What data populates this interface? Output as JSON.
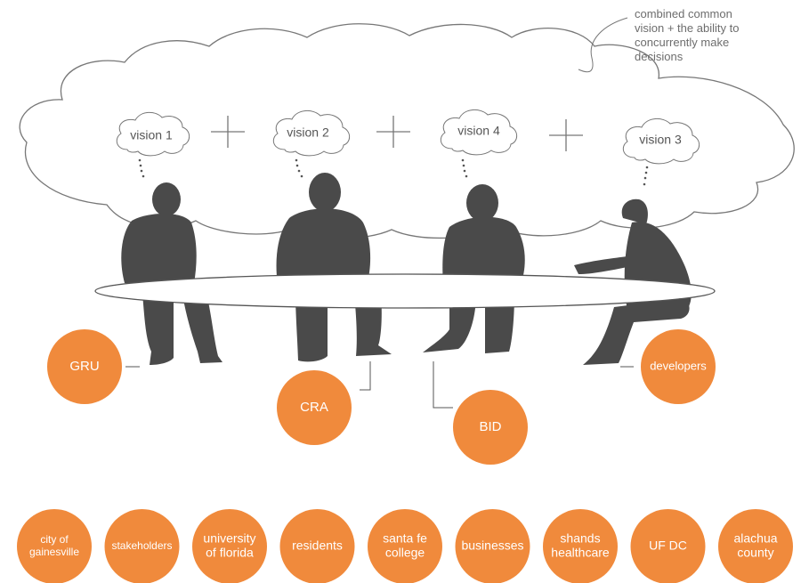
{
  "annotation": {
    "lines": [
      "combined common",
      "vision + the ability to",
      "concurrently make",
      "decisions"
    ]
  },
  "visions": [
    "vision 1",
    "vision 2",
    "vision 4",
    "vision 3"
  ],
  "plus_symbol": "+",
  "table_partners": {
    "gru": "GRU",
    "cra": "CRA",
    "bid": "BID",
    "developers": "developers"
  },
  "stakeholders": [
    [
      "city of",
      "gainesville"
    ],
    [
      "stakeholders"
    ],
    [
      "university",
      "of florida"
    ],
    [
      "residents"
    ],
    [
      "santa fe",
      "college"
    ],
    [
      "businesses"
    ],
    [
      "shands",
      "healthcare"
    ],
    [
      "UF DC"
    ],
    [
      "alachua",
      "county"
    ]
  ],
  "colors": {
    "accent_orange": "#f08a3c",
    "silhouette": "#4a4a4a",
    "outline": "#777777",
    "annotation_text": "#6d6d6d"
  }
}
